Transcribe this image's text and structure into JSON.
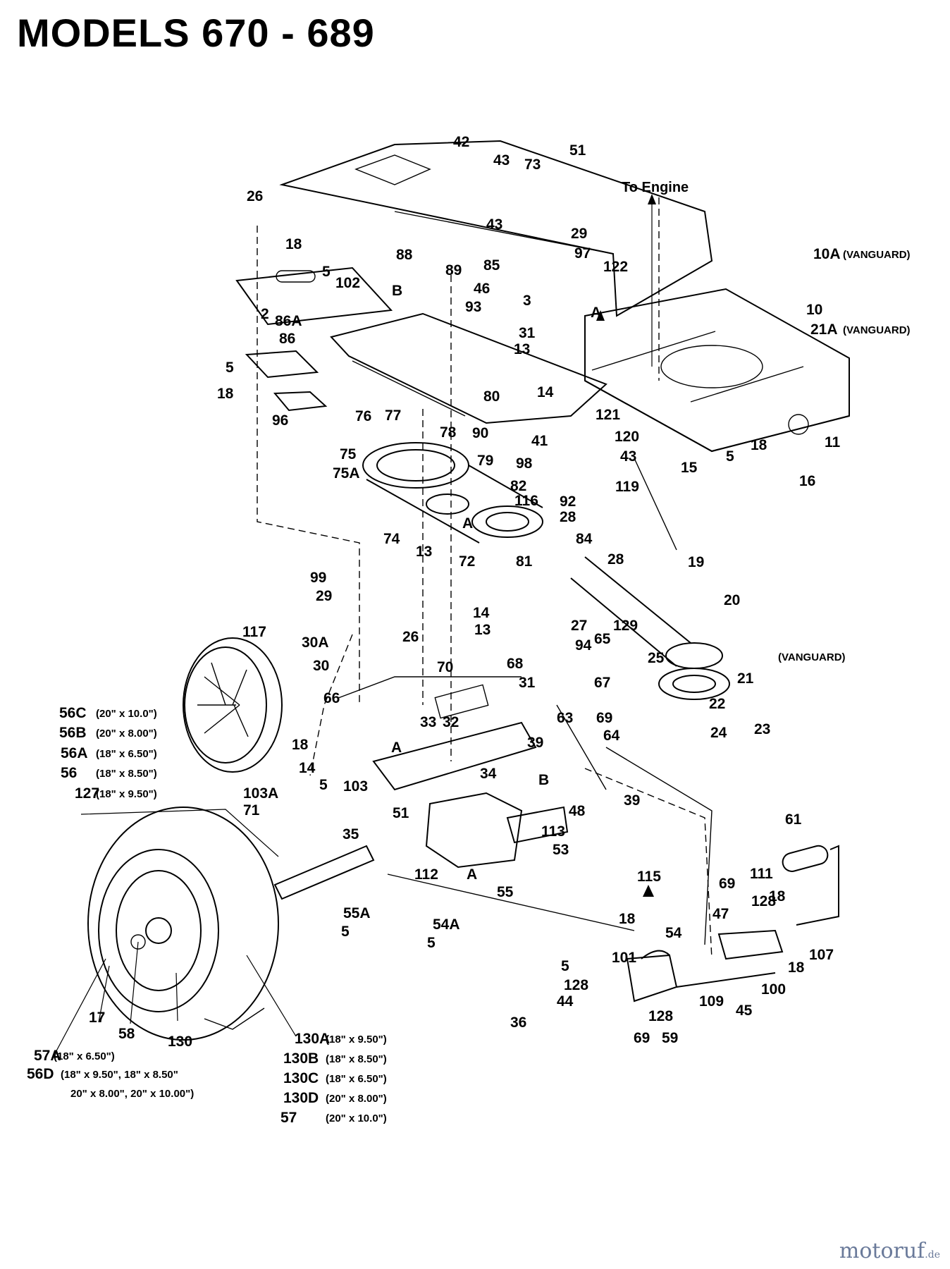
{
  "title": "MODELS 670 - 689",
  "note_to_engine": "To Engine",
  "watermark": {
    "main": "motoruf",
    "suffix": ".de"
  },
  "labels": [
    {
      "id": "42",
      "text": "42"
    },
    {
      "id": "43a",
      "text": "43"
    },
    {
      "id": "73",
      "text": "73"
    },
    {
      "id": "51a",
      "text": "51"
    },
    {
      "id": "26a",
      "text": "26"
    },
    {
      "id": "43b",
      "text": "43"
    },
    {
      "id": "29a",
      "text": "29"
    },
    {
      "id": "97",
      "text": "97"
    },
    {
      "id": "18a",
      "text": "18"
    },
    {
      "id": "5a",
      "text": "5"
    },
    {
      "id": "88",
      "text": "88"
    },
    {
      "id": "89",
      "text": "89"
    },
    {
      "id": "85",
      "text": "85"
    },
    {
      "id": "122",
      "text": "122"
    },
    {
      "id": "102",
      "text": "102"
    },
    {
      "id": "B1",
      "text": "B"
    },
    {
      "id": "46",
      "text": "46"
    },
    {
      "id": "3",
      "text": "3"
    },
    {
      "id": "2",
      "text": "2"
    },
    {
      "id": "93",
      "text": "93"
    },
    {
      "id": "A1",
      "text": "A"
    },
    {
      "id": "86A",
      "text": "86A"
    },
    {
      "id": "86",
      "text": "86"
    },
    {
      "id": "31a",
      "text": "31"
    },
    {
      "id": "13a",
      "text": "13"
    },
    {
      "id": "10",
      "text": "10"
    },
    {
      "id": "5b",
      "text": "5"
    },
    {
      "id": "18b",
      "text": "18"
    },
    {
      "id": "14a",
      "text": "14"
    },
    {
      "id": "96",
      "text": "96"
    },
    {
      "id": "80",
      "text": "80"
    },
    {
      "id": "76",
      "text": "76"
    },
    {
      "id": "77",
      "text": "77"
    },
    {
      "id": "78",
      "text": "78"
    },
    {
      "id": "90",
      "text": "90"
    },
    {
      "id": "121",
      "text": "121"
    },
    {
      "id": "120",
      "text": "120"
    },
    {
      "id": "18c",
      "text": "18"
    },
    {
      "id": "11",
      "text": "11"
    },
    {
      "id": "41",
      "text": "41"
    },
    {
      "id": "43c",
      "text": "43"
    },
    {
      "id": "5c",
      "text": "5"
    },
    {
      "id": "75",
      "text": "75"
    },
    {
      "id": "75A",
      "text": "75A"
    },
    {
      "id": "79",
      "text": "79"
    },
    {
      "id": "98",
      "text": "98"
    },
    {
      "id": "15",
      "text": "15"
    },
    {
      "id": "16",
      "text": "16"
    },
    {
      "id": "82",
      "text": "82"
    },
    {
      "id": "119",
      "text": "119"
    },
    {
      "id": "116",
      "text": "116"
    },
    {
      "id": "92",
      "text": "92"
    },
    {
      "id": "74",
      "text": "74"
    },
    {
      "id": "A2",
      "text": "A"
    },
    {
      "id": "28a",
      "text": "28"
    },
    {
      "id": "13b",
      "text": "13"
    },
    {
      "id": "84",
      "text": "84"
    },
    {
      "id": "72",
      "text": "72"
    },
    {
      "id": "81",
      "text": "81"
    },
    {
      "id": "28b",
      "text": "28"
    },
    {
      "id": "19",
      "text": "19"
    },
    {
      "id": "99",
      "text": "99"
    },
    {
      "id": "29b",
      "text": "29"
    },
    {
      "id": "20",
      "text": "20"
    },
    {
      "id": "14b",
      "text": "14"
    },
    {
      "id": "13c",
      "text": "13"
    },
    {
      "id": "27",
      "text": "27"
    },
    {
      "id": "129",
      "text": "129"
    },
    {
      "id": "117",
      "text": "117"
    },
    {
      "id": "26b",
      "text": "26"
    },
    {
      "id": "94",
      "text": "94"
    },
    {
      "id": "65",
      "text": "65"
    },
    {
      "id": "25",
      "text": "25"
    },
    {
      "id": "30A",
      "text": "30A"
    },
    {
      "id": "30",
      "text": "30"
    },
    {
      "id": "70",
      "text": "70"
    },
    {
      "id": "68",
      "text": "68"
    },
    {
      "id": "31b",
      "text": "31"
    },
    {
      "id": "67",
      "text": "67"
    },
    {
      "id": "21",
      "text": "21"
    },
    {
      "id": "66",
      "text": "66"
    },
    {
      "id": "22",
      "text": "22"
    },
    {
      "id": "32",
      "text": "32"
    },
    {
      "id": "23",
      "text": "23"
    },
    {
      "id": "24",
      "text": "24"
    },
    {
      "id": "33",
      "text": "33"
    },
    {
      "id": "63",
      "text": "63"
    },
    {
      "id": "69a",
      "text": "69"
    },
    {
      "id": "64",
      "text": "64"
    },
    {
      "id": "18d",
      "text": "18"
    },
    {
      "id": "A3",
      "text": "A"
    },
    {
      "id": "39a",
      "text": "39"
    },
    {
      "id": "14c",
      "text": "14"
    },
    {
      "id": "5d",
      "text": "5"
    },
    {
      "id": "34",
      "text": "34"
    },
    {
      "id": "B2",
      "text": "B"
    },
    {
      "id": "103",
      "text": "103"
    },
    {
      "id": "103A",
      "text": "103A"
    },
    {
      "id": "71",
      "text": "71"
    },
    {
      "id": "39b",
      "text": "39"
    },
    {
      "id": "51b",
      "text": "51"
    },
    {
      "id": "48",
      "text": "48"
    },
    {
      "id": "61",
      "text": "61"
    },
    {
      "id": "35",
      "text": "35"
    },
    {
      "id": "113",
      "text": "113"
    },
    {
      "id": "53",
      "text": "53"
    },
    {
      "id": "112",
      "text": "112"
    },
    {
      "id": "A4",
      "text": "A"
    },
    {
      "id": "115",
      "text": "115"
    },
    {
      "id": "69b",
      "text": "69"
    },
    {
      "id": "111",
      "text": "111"
    },
    {
      "id": "55",
      "text": "55"
    },
    {
      "id": "55A",
      "text": "55A"
    },
    {
      "id": "5e",
      "text": "5"
    },
    {
      "id": "128a",
      "text": "128"
    },
    {
      "id": "18e",
      "text": "18"
    },
    {
      "id": "47",
      "text": "47"
    },
    {
      "id": "18f",
      "text": "18"
    },
    {
      "id": "54",
      "text": "54"
    },
    {
      "id": "54A",
      "text": "54A"
    },
    {
      "id": "5f",
      "text": "5"
    },
    {
      "id": "18g",
      "text": "18"
    },
    {
      "id": "107",
      "text": "107"
    },
    {
      "id": "5g",
      "text": "5"
    },
    {
      "id": "101",
      "text": "101"
    },
    {
      "id": "128b",
      "text": "128"
    },
    {
      "id": "100",
      "text": "100"
    },
    {
      "id": "44",
      "text": "44"
    },
    {
      "id": "109",
      "text": "109"
    },
    {
      "id": "45",
      "text": "45"
    },
    {
      "id": "128c",
      "text": "128"
    },
    {
      "id": "36",
      "text": "36"
    },
    {
      "id": "69c",
      "text": "69"
    },
    {
      "id": "59",
      "text": "59"
    },
    {
      "id": "17",
      "text": "17"
    },
    {
      "id": "58",
      "text": "58"
    },
    {
      "id": "130",
      "text": "130"
    },
    {
      "id": "130A",
      "text": "130A"
    },
    {
      "id": "130B",
      "text": "130B"
    },
    {
      "id": "130C",
      "text": "130C"
    },
    {
      "id": "130D",
      "text": "130D"
    },
    {
      "id": "57",
      "text": "57"
    },
    {
      "id": "57A",
      "text": "57A"
    },
    {
      "id": "56D",
      "text": "56D"
    },
    {
      "id": "56C",
      "text": "56C"
    },
    {
      "id": "56B",
      "text": "56B"
    },
    {
      "id": "56A",
      "text": "56A"
    },
    {
      "id": "56",
      "text": "56"
    },
    {
      "id": "127",
      "text": "127"
    },
    {
      "id": "10A",
      "text": "10A"
    },
    {
      "id": "21A",
      "text": "21A"
    }
  ],
  "small_labels": [
    {
      "id": "127v",
      "text": "(VANGUARD)"
    },
    {
      "id": "10Av",
      "text": "(VANGUARD)"
    },
    {
      "id": "21Av",
      "text": "(VANGUARD)"
    },
    {
      "id": "56Ds",
      "text": "(20\" x 10.0\")"
    },
    {
      "id": "56Cs",
      "text": "(20\" x 8.00\")"
    },
    {
      "id": "56Bs",
      "text": "(18\" x 6.50\")"
    },
    {
      "id": "56As",
      "text": "(18\" x 8.50\")"
    },
    {
      "id": "56s",
      "text": "(18\" x 9.50\")"
    },
    {
      "id": "130s",
      "text": "(18\" x 9.50\")"
    },
    {
      "id": "130As",
      "text": "(18\" x 8.50\")"
    },
    {
      "id": "130Bs",
      "text": "(18\" x 6.50\")"
    },
    {
      "id": "130Cs",
      "text": "(20\" x 8.00\")"
    },
    {
      "id": "130Ds",
      "text": "(20\" x 10.0\")"
    },
    {
      "id": "57s",
      "text": "(18\" x 6.50\")"
    },
    {
      "id": "57As1",
      "text": "(18\" x 9.50\",  18\" x 8.50\""
    },
    {
      "id": "57As2",
      "text": "20\" x 8.00\", 20\" x 10.00\")"
    }
  ]
}
